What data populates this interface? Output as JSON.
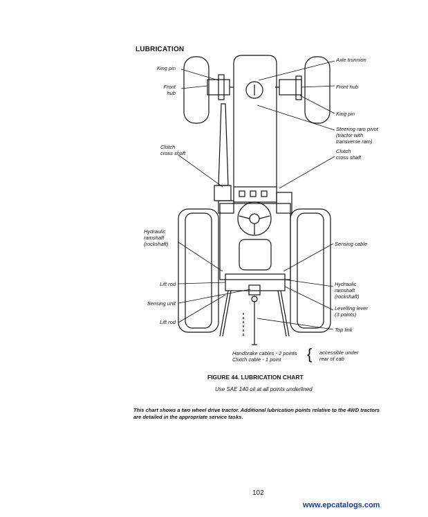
{
  "heading": "LUBRICATION",
  "labels": {
    "king_pin_left": "King pin",
    "front_hub_left": "Front\nhub",
    "axle_trunnion": "Axle trunnion",
    "front_hub_right": "Front hub",
    "king_pin_right": "King pin",
    "steering_ram_pivot": "Steering ram pivot\n(tractor with\ntransverse ram)",
    "clutch_cross_shaft_left": "Clutch\ncross shaft",
    "clutch_cross_shaft_right": "Clutch\ncross shaft",
    "hydraulic_ramshaft_left": "Hydraulic\nramshaft\n(rockshaft)",
    "sensing_cable": "Sensing cable",
    "lift_rod_upper": "Lift rod",
    "hydraulic_ramshaft_right": "Hydraulic\nramshaft\n(rockshaft)",
    "sensing_unit": "Sensing unit",
    "levelling_lever": "Levelling lever\n(3 points)",
    "lift_rod_lower": "Lift rod",
    "top_link": "Top link",
    "handbrake_cables": "Handbrake cables - 2 points",
    "clutch_cable": "Clutch cable -  1 point",
    "brace": "{",
    "accessible_under": "accessible under\nrear of cab"
  },
  "caption": "FIGURE 44. LUBRICATION CHART",
  "note": "Use SAE 140 oil at all points underlined",
  "paragraph": "This chart shows a two wheel drive tractor. Additional lubrication points relative to the 4WD tractors are detailed in the appropriate service tasks.",
  "page_number": "102",
  "watermark": "www.epcatalogs.com"
}
